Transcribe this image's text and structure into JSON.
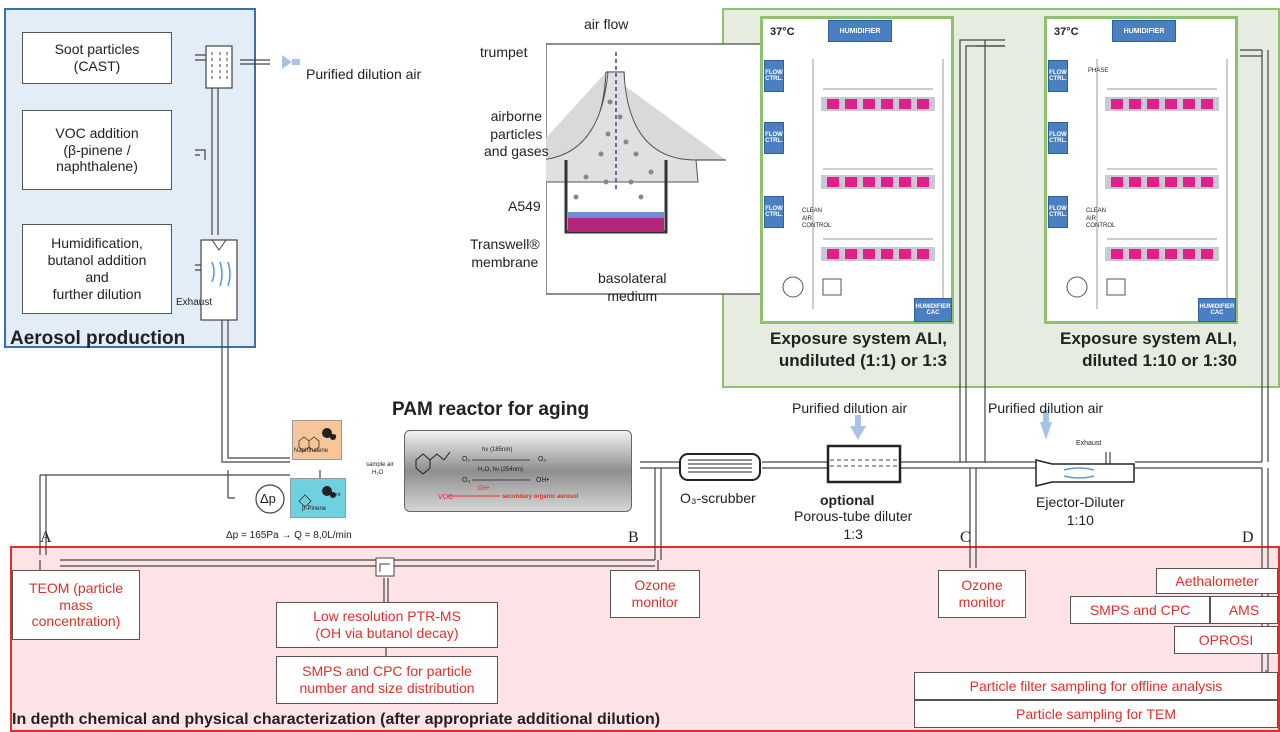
{
  "aerosol": {
    "soot": "Soot particles\n(CAST)",
    "voc": "VOC addition\n(β-pinene /\nnaphthalene)",
    "humid": "Humidification,\nbutanol addition\nand\nfurther dilution",
    "exhaust": "Exhaust",
    "title": "Aerosol production",
    "purified_air": "Purified dilution air"
  },
  "inset": {
    "air_flow": "air flow",
    "trumpet": "trumpet",
    "airborne": "airborne\nparticles\nand gases",
    "a549": "A549",
    "transwell": "Transwell®\nmembrane",
    "basolateral": "basolateral\nmedium"
  },
  "exposure": {
    "temp_left": "37°C",
    "temp_right": "37°C",
    "humidifier": "HUMIDIFIER",
    "flow_ctrl": "FLOW\nCTRL.",
    "clean_air": "CLEAN\nAIR\nCONTROL",
    "humidifier_cac": "HUMIDIFIER\nCAC",
    "phase": "PHASE",
    "title_left": "Exposure system ALI,\nundiluted (1:1) or 1:3",
    "title_right": "Exposure system ALI,\ndiluted 1:10 or 1:30"
  },
  "pam": {
    "title": "PAM reactor for aging",
    "naphthalene": "Naphthalene",
    "soot": "Soot",
    "bpinene": "β-Pinene",
    "sample_air": "sample air",
    "h2o": "H₂O",
    "dp": "Δp",
    "dp_eq": "Δp = 165Pa → Q = 8,0L/min",
    "r1_label": "hν (185nm)",
    "r1_left": "O₂",
    "r1_right": "O₃",
    "r2_label": "H₂O, hν (254nm)",
    "r2_left": "O₃",
    "r2_right": "OH•",
    "r3_top": "OH•",
    "r3_left": "VOC",
    "r3_right": "secondary organic aerosol"
  },
  "line": {
    "o3_scrubber": "O₃-scrubber",
    "purified_air_1": "Purified dilution air",
    "optional": "optional",
    "porous": "Porous-tube diluter\n1:3",
    "purified_air_2": "Purified dilution air",
    "exhaust": "Exhaust",
    "ejector": "Ejector-Diluter\n1:10",
    "point_a": "A",
    "point_b": "B",
    "point_c": "C",
    "point_d": "D"
  },
  "characterization": {
    "teom": "TEOM (particle\nmass\nconcentration)",
    "ptrms": "Low resolution PTR-MS\n(OH via butanol decay)",
    "smps_cpc": "SMPS and CPC for particle\nnumber and size distribution",
    "ozone_1": "Ozone\nmonitor",
    "ozone_2": "Ozone\nmonitor",
    "aethalometer": "Aethalometer",
    "smps": "SMPS and CPC",
    "ams": "AMS",
    "oprosi": "OPROSI",
    "filter": "Particle filter sampling for offline analysis",
    "tem": "Particle sampling for TEM",
    "title": "In depth chemical and physical characterization (after appropriate additional dilution)"
  }
}
